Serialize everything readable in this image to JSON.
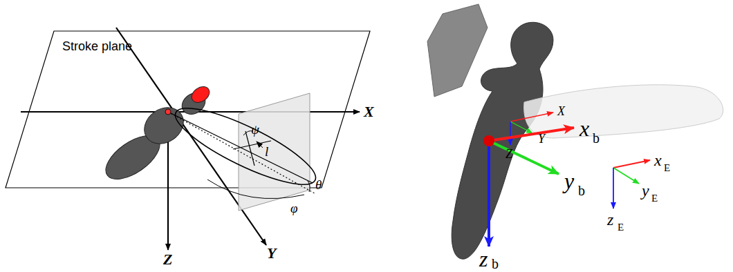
{
  "diagram": {
    "labels": [
      "Stroke plane",
      "X",
      "Y",
      "Z",
      "ψ",
      "l",
      "θ",
      "φ",
      "X",
      "Y",
      "Z",
      "x",
      "b",
      "y",
      "b",
      "z",
      "b",
      "x",
      "E",
      "y",
      "E",
      "z",
      "E"
    ]
  }
}
